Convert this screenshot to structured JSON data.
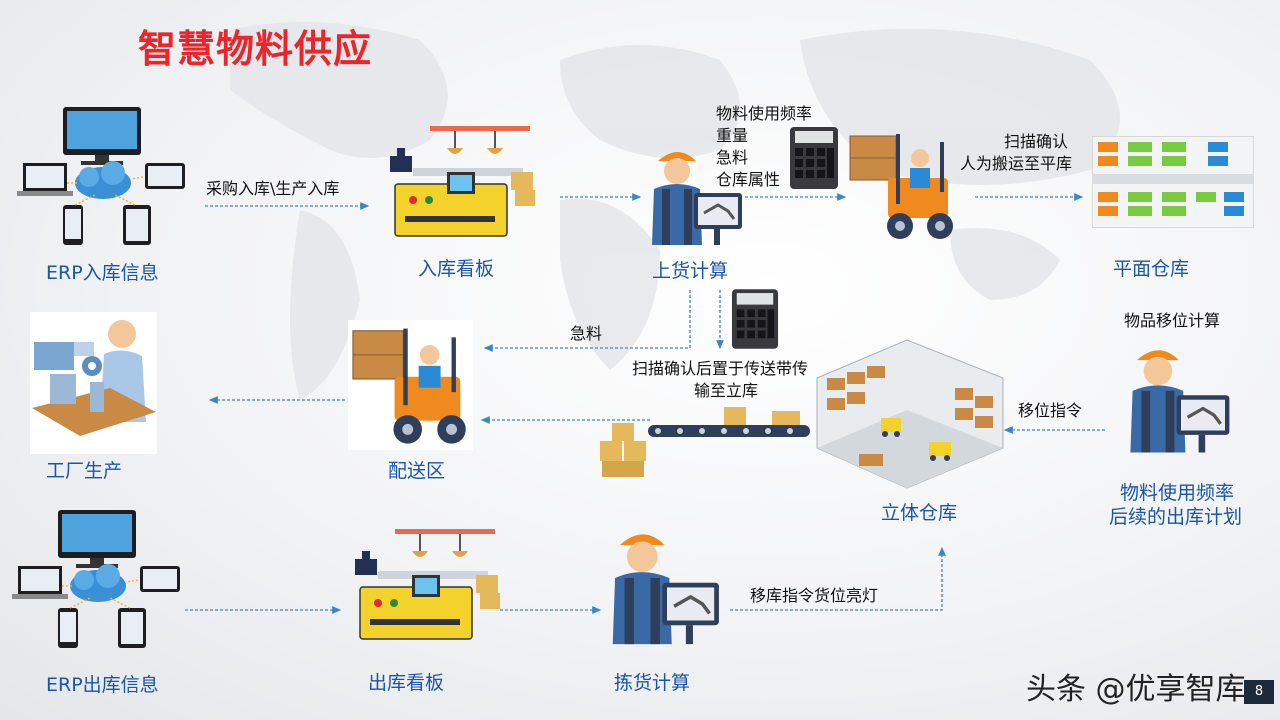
{
  "title": "智慧物料供应",
  "nodes": {
    "erp_in": "ERP入库信息",
    "board_in": "入库看板",
    "shelf_calc": "上货计算",
    "flat_wh": "平面仓库",
    "factory": "工厂生产",
    "dispatch": "配送区",
    "auto_wh": "立体仓库",
    "erp_out": "ERP出库信息",
    "board_out": "出库看板",
    "pick_calc": "拣货计算"
  },
  "flows": {
    "purchase": "采购入库\\生产入库",
    "scan_confirm_1": "扫描确认",
    "scan_confirm_2": "人为搬运至平库",
    "urgent": "急料",
    "conveyor_1": "扫描确认后置于传送带传",
    "conveyor_2": "输至立库",
    "move_cmd": "移位指令",
    "move_calc": "物品移位计算",
    "out_cmd": "移库指令货位亮灯"
  },
  "factors": [
    "物料使用频率",
    "重量",
    "急料",
    "仓库属性"
  ],
  "plan": [
    "物料使用频率",
    "后续的出库计划"
  ],
  "watermark": "头条 @优享智库",
  "page_number": "8",
  "colors": {
    "title": "#e8262b",
    "label": "#1a56a8",
    "arrow": "#3a86c8"
  }
}
